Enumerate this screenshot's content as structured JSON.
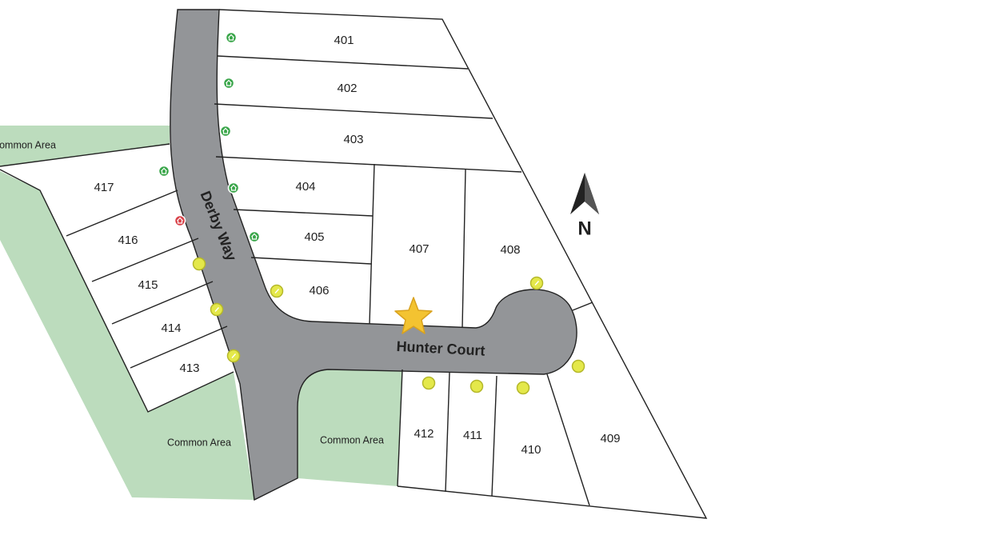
{
  "map": {
    "roads": [
      "Derby Way",
      "Hunter Court"
    ],
    "common_area_label": "Common Area",
    "north_label": "N",
    "colors": {
      "common_area": "#bcdcbd",
      "road": "#939598",
      "available": "#3aa64a",
      "sold": "#d9434a",
      "pending": "#e4e84a",
      "star": "#f3c331"
    },
    "lots": [
      {
        "number": "401",
        "status": "available"
      },
      {
        "number": "402",
        "status": "available"
      },
      {
        "number": "403",
        "status": "available"
      },
      {
        "number": "404",
        "status": "available"
      },
      {
        "number": "405",
        "status": "available"
      },
      {
        "number": "406",
        "status": "pending-key"
      },
      {
        "number": "407",
        "status": "none"
      },
      {
        "number": "408",
        "status": "pending-key"
      },
      {
        "number": "409",
        "status": "pending"
      },
      {
        "number": "410",
        "status": "pending"
      },
      {
        "number": "411",
        "status": "pending"
      },
      {
        "number": "412",
        "status": "pending"
      },
      {
        "number": "413",
        "status": "pending-key"
      },
      {
        "number": "414",
        "status": "pending-key"
      },
      {
        "number": "415",
        "status": "pending"
      },
      {
        "number": "416",
        "status": "sold"
      },
      {
        "number": "417",
        "status": "available"
      }
    ]
  }
}
